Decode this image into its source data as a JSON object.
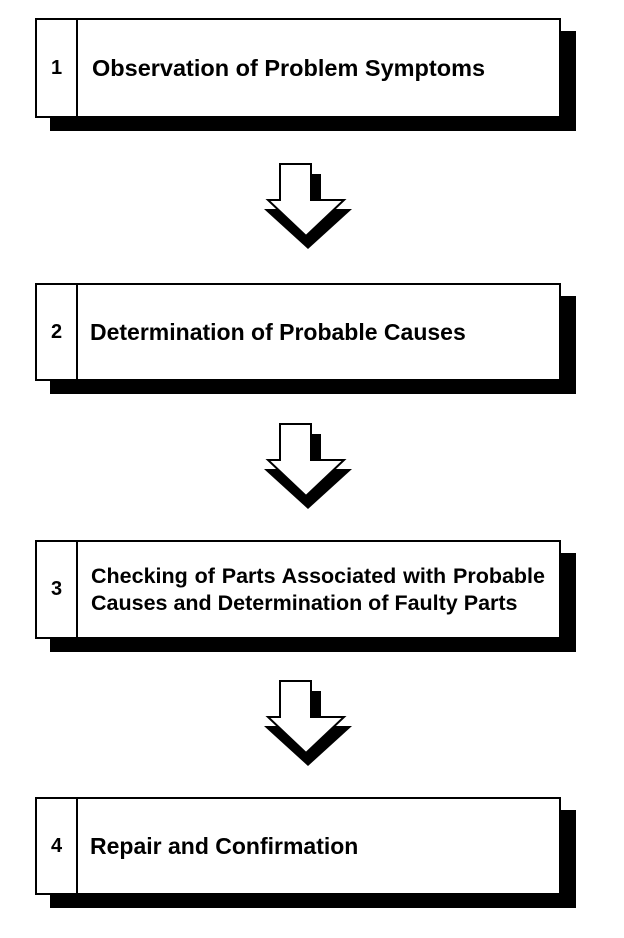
{
  "steps": [
    {
      "number": "1",
      "text": "Observation of Problem Symptoms"
    },
    {
      "number": "2",
      "text": "Determination of Probable Causes"
    },
    {
      "number": "3",
      "text": "Checking of Parts Associated with Probable Causes and Determination of Faulty Parts"
    },
    {
      "number": "4",
      "text": "Repair and Confirmation"
    }
  ],
  "arrows": [
    {
      "icon": "down-arrow-icon"
    },
    {
      "icon": "down-arrow-icon"
    },
    {
      "icon": "down-arrow-icon"
    }
  ],
  "colors": {
    "fill": "#ffffff",
    "ink": "#000000"
  }
}
